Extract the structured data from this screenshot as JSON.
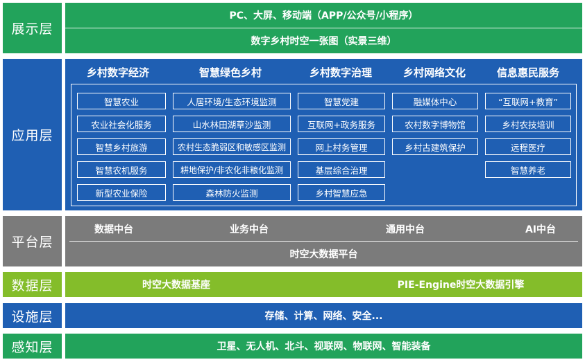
{
  "layers": {
    "display": {
      "label": "展示层",
      "rows": [
        "PC、大屏、移动端（APP/公众号/小程序）",
        "数字乡村时空一张图（实景三维）"
      ]
    },
    "application": {
      "label": "应用层",
      "columns": [
        {
          "title": "乡村数字经济",
          "items": [
            "智慧农业",
            "农业社会化服务",
            "智慧乡村旅游",
            "智慧农机服务",
            "新型农业保险"
          ]
        },
        {
          "title": "智慧绿色乡村",
          "items": [
            "人居环境/生态环境监测",
            "山水林田湖草沙监测",
            "农村生态脆弱区和敏感区监测",
            "耕地保护/非农化非粮化监测",
            "森林防火监测"
          ]
        },
        {
          "title": "乡村数字治理",
          "items": [
            "智慧党建",
            "互联网+政务服务",
            "网上村务管理",
            "基层综合治理",
            "乡村智慧应急"
          ]
        },
        {
          "title": "乡村网络文化",
          "items": [
            "融媒体中心",
            "农村数字博物馆",
            "乡村古建筑保护"
          ]
        },
        {
          "title": "信息惠民服务",
          "items": [
            "“互联网+教育”",
            "乡村农技培训",
            "远程医疗",
            "智慧养老"
          ]
        }
      ]
    },
    "platform": {
      "label": "平台层",
      "items": [
        "数据中台",
        "业务中台",
        "通用中台",
        "AI中台"
      ],
      "bottom": "时空大数据平台"
    },
    "data": {
      "label": "数据层",
      "items": [
        "时空大数据基座",
        "PIE-Engine时空大数据引擎"
      ]
    },
    "facility": {
      "label": "设施层",
      "text": "存储、计算、网络、安全..."
    },
    "perception": {
      "label": "感知层",
      "text": "卫星、无人机、北斗、视联网、物联网、智能装备"
    }
  },
  "colors": {
    "green": "#22a35b",
    "blue": "#1f5fb3",
    "gray": "#7b7b7b",
    "lime": "#84bd2a"
  }
}
